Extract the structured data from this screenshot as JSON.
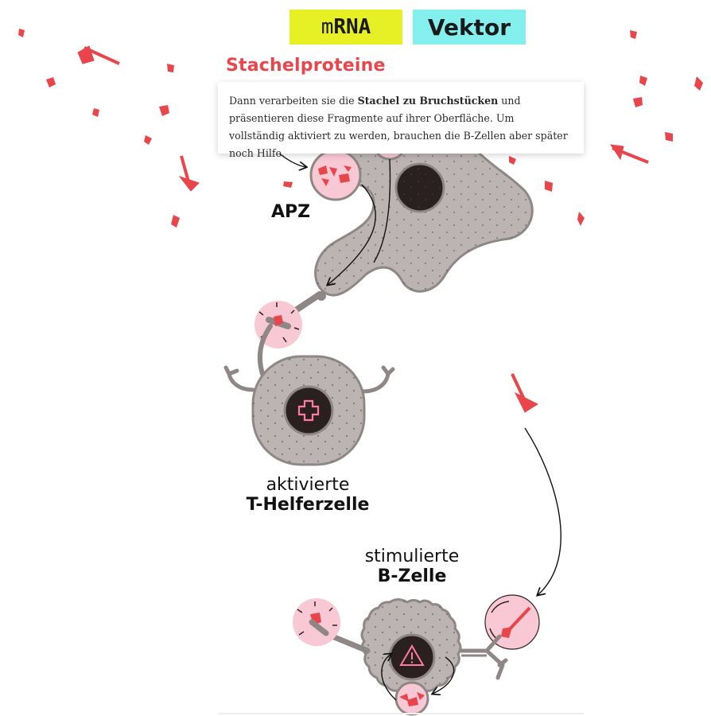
{
  "tabs": [
    {
      "prefix": "m",
      "bold": "RNA"
    },
    {
      "label": "Vektor"
    }
  ],
  "section_title": "Stachelproteine",
  "callout": {
    "t1": "Dann verarbeiten sie die ",
    "b1": "Stachel zu Bruchstücken",
    "t2": " und präsentieren diese Fragmente auf ihrer Oberfläche. Um vollständig aktiviert zu werden, brauchen die B-Zellen aber später noch Hilfe."
  },
  "labels": {
    "apz": "APZ",
    "t_cell_line1": "aktivierte",
    "t_cell_line2": "T-Helferzelle",
    "b_cell_line1": "stimulierte",
    "b_cell_line2": "B-Zelle"
  },
  "colors": {
    "spike_red": "#e8464b",
    "cell_gray": "#bcb4b2",
    "cell_outline": "#8f8785",
    "nucleus": "#2b2020",
    "pink": "#f8c9d4",
    "mrna_yellow": "#e6f025",
    "vektor_cyan": "#84f0ee"
  },
  "icons": [
    "plus-icon",
    "warning-icon",
    "spike-protein-icon"
  ]
}
